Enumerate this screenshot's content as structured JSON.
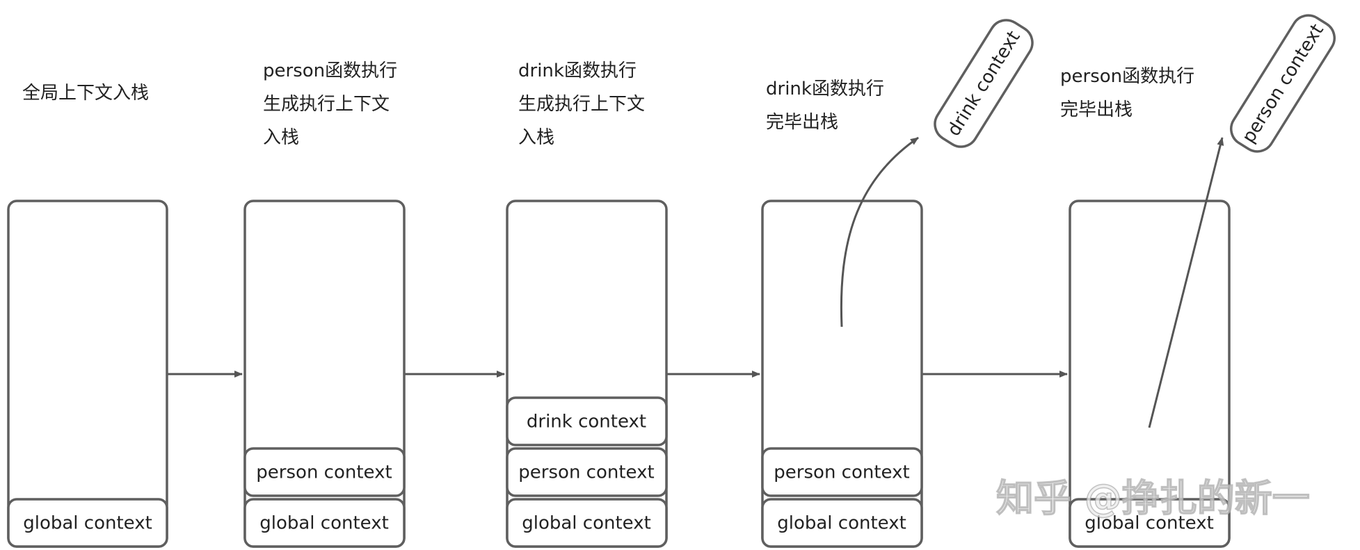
{
  "steps": [
    {
      "caption": [
        "全局上下文入栈"
      ],
      "frames": [
        "global context"
      ]
    },
    {
      "caption": [
        "person函数执行",
        "生成执行上下文",
        "入栈"
      ],
      "frames": [
        "global context",
        "person context"
      ]
    },
    {
      "caption": [
        "drink函数执行",
        "生成执行上下文",
        "入栈"
      ],
      "frames": [
        "global context",
        "person context",
        "drink context"
      ]
    },
    {
      "caption": [
        "drink函数执行",
        "完毕出栈"
      ],
      "frames": [
        "global context",
        "person context"
      ],
      "popped": "drink context"
    },
    {
      "caption": [
        "person函数执行",
        "完毕出栈"
      ],
      "frames": [
        "global context"
      ],
      "popped": "person context"
    }
  ],
  "watermark": "知乎 @挣扎的新一",
  "colors": {
    "stroke": "#5f5f5f",
    "arrow": "#555555",
    "text": "#222222"
  }
}
